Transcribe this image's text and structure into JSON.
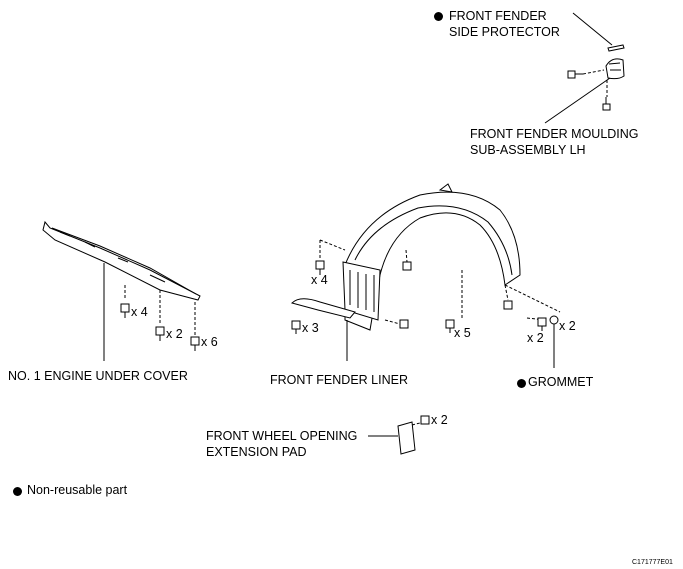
{
  "labels": {
    "side_protector_l1": "FRONT FENDER",
    "side_protector_l2": "SIDE PROTECTOR",
    "moulding_l1": "FRONT FENDER MOULDING",
    "moulding_l2": "SUB-ASSEMBLY LH",
    "engine_under_cover": "NO. 1 ENGINE UNDER COVER",
    "fender_liner": "FRONT FENDER LINER",
    "grommet": "GROMMET",
    "extension_pad_l1": "FRONT WHEEL OPENING",
    "extension_pad_l2": "EXTENSION PAD",
    "legend": "Non-reusable part",
    "figure_code": "C171777E01"
  },
  "quantities": {
    "cover_screw_top": "x 4",
    "cover_clip": "x 2",
    "cover_bolt": "x 6",
    "liner_screw_top": "x 4",
    "liner_screw_left": "x 3",
    "liner_screw_mid": "x 5",
    "grommet_screw": "x 2",
    "grommet_qty": "x 2",
    "pad_clip": "x 2"
  },
  "colors": {
    "line": "#000000",
    "background": "#ffffff"
  }
}
